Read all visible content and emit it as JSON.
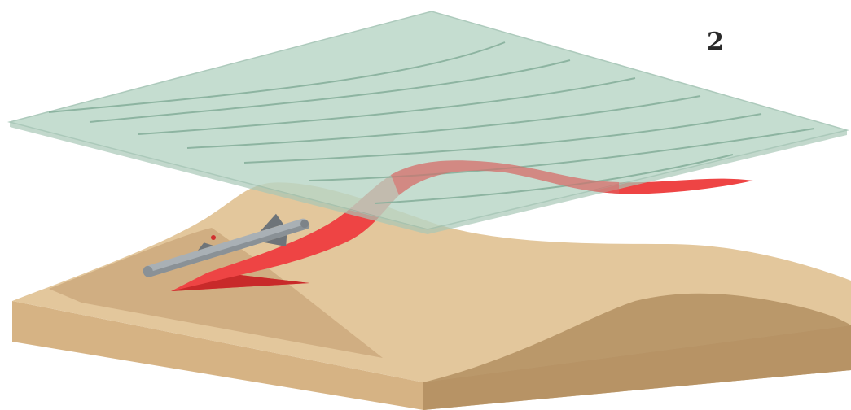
{
  "figure": {
    "panel_number": "2"
  },
  "colors": {
    "background": "#ffffff",
    "sky_plane_fill": "#b9d6c6",
    "sky_plane_edge": "#9cbfae",
    "contour_line": "#88b09c",
    "terrain_top": "#e3c79c",
    "terrain_shadow": "#c9a67a",
    "terrain_side": "#d6b384",
    "terrain_side_dark": "#b38f62",
    "flight_path": "#ee4444",
    "flight_path_dark": "#c82a2a",
    "missile_body": "#a9b0b5",
    "missile_dark": "#6e7479"
  },
  "icons": [
    "cruise-missile-icon",
    "flight-path-arrow",
    "contour-plane",
    "terrain-block"
  ]
}
